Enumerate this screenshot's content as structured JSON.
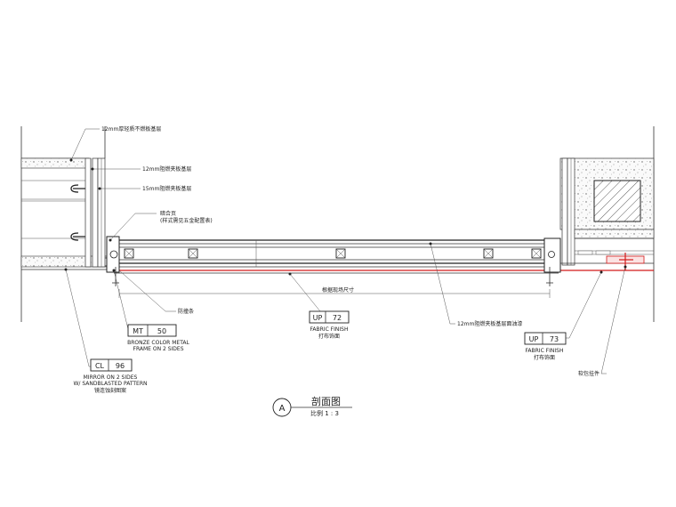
{
  "labels": {
    "top_note": "12mm厚轻质不燃板基层",
    "layer_1": "12mm阻燃夹板基层",
    "layer_2": "15mm阻燃夹板基层",
    "hinge_1": "暗合页",
    "hinge_2": "(样式需见五金配置表)",
    "anti_collision": "防撞条",
    "bottom_dim": "根据现场尺寸",
    "back_paint": "12mm阻燃夹板基层面油漆",
    "soft_part": "软包挂件"
  },
  "tags": {
    "mt": {
      "code": "MT",
      "num": "50",
      "desc_1": "BRONZE COLOR METAL",
      "desc_2": "FRAME ON 2 SIDES"
    },
    "cl": {
      "code": "CL",
      "num": "96",
      "desc_1": "MIRROR ON 2 SIDES",
      "desc_2": "W/ SANDBLASTED PATTERN",
      "desc_3": "镜连蚀刻图案"
    },
    "up72": {
      "code": "UP",
      "num": "72",
      "desc_1": "FABRIC FINISH",
      "desc_2": "打布饰面"
    },
    "up73": {
      "code": "UP",
      "num": "73",
      "desc_1": "FABRIC FINISH",
      "desc_2": "打布饰面"
    }
  },
  "title_block": {
    "marker": "A",
    "title": "剖面图",
    "scale": "比例 1 : 3"
  },
  "colors": {
    "line": "#333333",
    "accent": "#d21a1a"
  }
}
